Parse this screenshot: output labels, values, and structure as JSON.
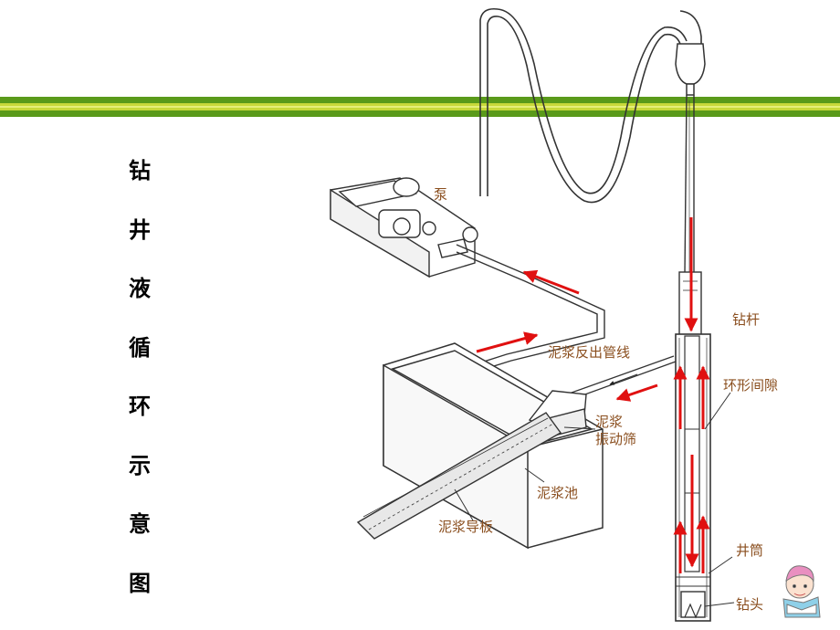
{
  "title_chars": [
    "钻",
    "井",
    "液",
    "循",
    "环",
    "示",
    "意",
    "图"
  ],
  "labels": {
    "pump": "泵",
    "drill_pipe": "钻杆",
    "annulus": "环形间隙",
    "return_line": "泥浆反出管线",
    "shaker_line1": "泥浆",
    "shaker_line2": "振动筛",
    "mud_pit": "泥浆池",
    "mud_chute": "泥浆导板",
    "wellbore": "井筒",
    "drill_bit": "钻头"
  },
  "colors": {
    "stripe_green": "#5a9a1a",
    "stripe_yellow": "#c8d83a",
    "arrow_red": "#e01010",
    "label_brown": "#8a4e1e",
    "line": "#333333"
  },
  "icons": {
    "corner_mascot": "cartoon-child-reading-icon"
  }
}
